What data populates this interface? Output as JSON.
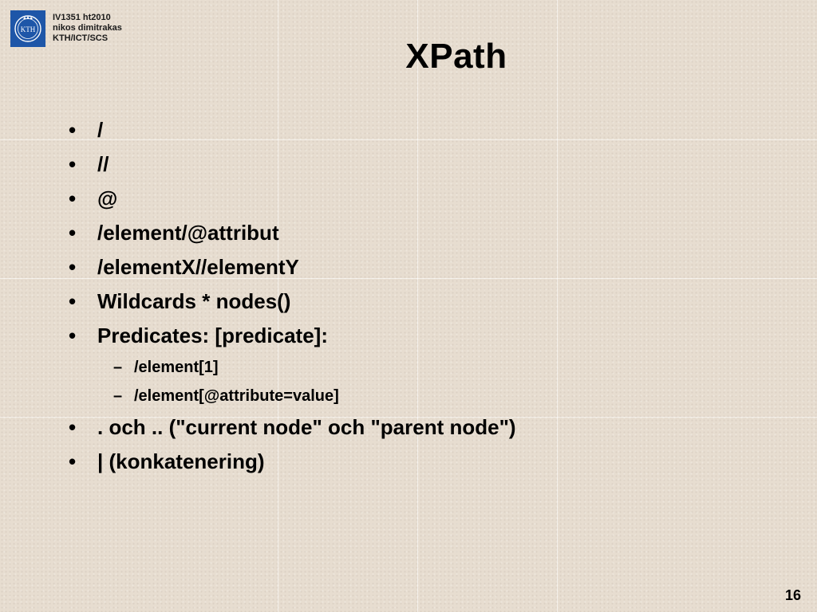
{
  "header": {
    "course": "IV1351 ht2010",
    "author": "nikos dimitrakas",
    "department": "KTH/ICT/SCS",
    "logo_text": "KTH"
  },
  "slide": {
    "title": "XPath",
    "bullets": [
      {
        "symbol": "•",
        "text": "/"
      },
      {
        "symbol": "•",
        "text": "//"
      },
      {
        "symbol": "•",
        "text": "@"
      },
      {
        "symbol": "•",
        "text": "/element/@attribut"
      },
      {
        "symbol": "•",
        "text": "/elementX//elementY"
      },
      {
        "symbol": "•",
        "text": "Wildcards * nodes()"
      },
      {
        "symbol": "•",
        "text": "Predicates: [predicate]:"
      }
    ],
    "sub_bullets": [
      {
        "symbol": "–",
        "text": "/element[1]"
      },
      {
        "symbol": "–",
        "text": "/element[@attribute=value]"
      }
    ],
    "bullets_after": [
      {
        "symbol": "•",
        "text": ". och .. (\"current node\" och \"parent node\")"
      },
      {
        "symbol": "•",
        "text": "| (konkatenering)"
      }
    ],
    "page_number": "16"
  }
}
